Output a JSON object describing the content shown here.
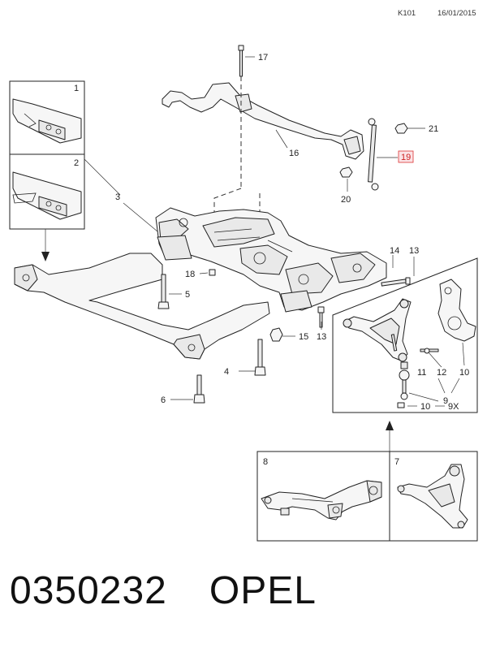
{
  "header": {
    "code": "K101",
    "date": "16/01/2015"
  },
  "callouts": {
    "c1": "1",
    "c2": "2",
    "c3": "3",
    "c4": "4",
    "c5": "5",
    "c6": "6",
    "c7": "7",
    "c8": "8",
    "c9x": "9X",
    "c9": "9",
    "c10a": "10",
    "c10b": "10",
    "c11": "11",
    "c12": "12",
    "c13a": "13",
    "c13b": "13",
    "c14": "14",
    "c15": "15",
    "c16": "16",
    "c17": "17",
    "c18": "18",
    "c19": "19",
    "c20": "20",
    "c21": "21"
  },
  "highlight_callout": "19",
  "footer": {
    "part_number": "0350232",
    "brand": "OPEL"
  }
}
